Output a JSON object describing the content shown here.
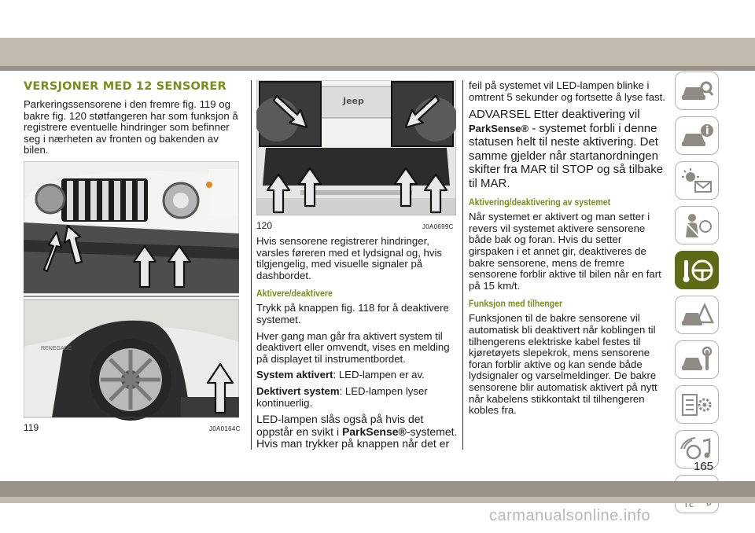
{
  "col1": {
    "heading": "VERSJONER MED 12 SENSORER",
    "p1": "Parkeringssensorene i den fremre fig. 119 og bakre fig. 120 støtfangeren har som funksjon å registrere eventuelle hindringer som befinner seg i nærheten av fronten og bakenden av bilen."
  },
  "fig119": {
    "number": "119",
    "code": "J0A0164C"
  },
  "fig120": {
    "number": "120",
    "code": "J0A0699C"
  },
  "col2": {
    "p1": "Hvis sensorene registrerer hindringer, varsles føreren med et lydsignal og, hvis tilgjengelig, med visuelle signaler på dashbordet.",
    "sub1": "Aktivere/deaktivere",
    "p2": "Trykk på knappen fig. 118 for å deaktivere systemet.",
    "p3": "Hver gang man går fra aktivert system til deaktivert eller omvendt, vises en melding på displayet til instrumentbordet.",
    "p4_label": "System aktivert",
    "p4_text": ": LED-lampen er av.",
    "p5_label": "Dektivert system",
    "p5_text": ": LED-lampen lyser kontinuerlig.",
    "p6_a": "LED-lampen slås også på hvis det oppstår en svikt i ",
    "p6_b": "ParkSense®",
    "p6_c": "-systemet. Hvis man trykker på knappen når det er"
  },
  "col3": {
    "p1": "feil på systemet vil LED-lampen blinke i omtrent 5 sekunder og fortsette å lyse fast.",
    "warn_a": "ADVARSEL Etter deaktivering vil ",
    "warn_b": "ParkSense®",
    "warn_c": " - systemet forbli i denne statusen helt til neste aktivering. Det samme gjelder når startanordningen skifter fra MAR til STOP og så tilbake til MAR.",
    "sub1": "Aktivering/deaktivering av systemet",
    "p2": "Når systemet er aktivert og man setter i revers vil systemet aktivere sensorene både bak og foran. Hvis du setter girspaken i et annet gir, deaktiveres de bakre sensorene, mens de fremre sensorene forblir aktive til bilen når en fart på 15 km/t.",
    "sub2": "Funksjon med tilhenger",
    "p3": "Funksjonen til de bakre sensorene vil automatisk bli deaktivert når koblingen til tilhengerens elektriske kabel festes til kjøretøyets slepekrok, mens sensorene foran forblir aktive og kan sende både lydsignaler og varselmeldinger. De bakre sensorene blir automatisk aktivert på nytt når kabelens stikkontakt til tilhengeren kobles fra."
  },
  "page_number": "165",
  "watermark": "carmanualsonline.info",
  "colors": {
    "accent": "#7a8c1a",
    "tab_active": "#5f6a15",
    "band": "#c1b9ad"
  }
}
